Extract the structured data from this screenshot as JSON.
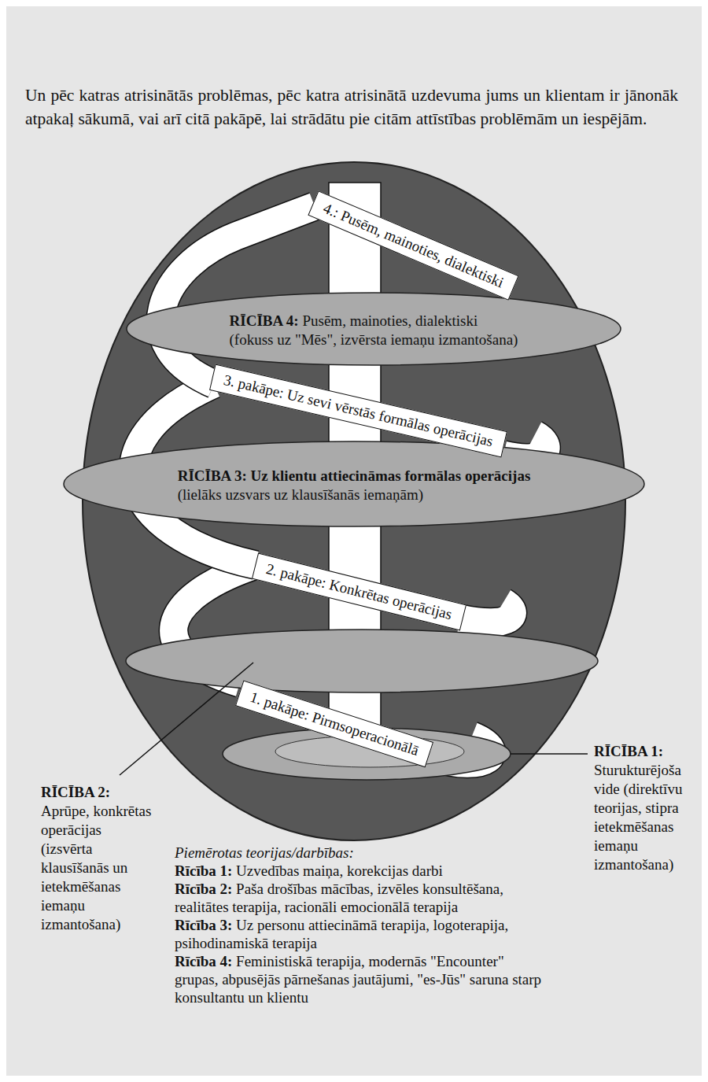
{
  "diagram": {
    "nodes": [
      {
        "text": [
          "RĪCĪBA 4:",
          "Pusēm, mainoties, dialektiski",
          "(fokuss uz \"Mēs\", izvērsta iemaņu izmantošana)"
        ]
      },
      {
        "text": [
          "RĪCĪBA 3: Uz klientu attiecināmas formālas operācijas",
          "(lielāks uzsvars uz klausīšanās iemaņām)"
        ]
      }
    ],
    "edges": [],
    "labels": [
      "Un pēc katras atrisinātās problēmas, pēc katra atrisinātā uzdevuma jums un klientam ir jānonāk atpakaļ sākumā, vai arī citā pakāpē, lai strādātu pie citām attīstības problēmām un iespējām.",
      "4.: Pusēm, mainoties, dialektiski",
      "3. pakāpe: Uz sevi vērstās formālas operācijas",
      "2. pakāpe: Konkrētas operācijas",
      "1. pakāpe: Pirmsoperacionālā",
      "RĪCĪBA 2:",
      "Aprūpe, konkrētas operācijas (izsvērta klausīšanās un ietekmēšanas iemaņu izmantošana)",
      "RĪCĪBA 1:",
      "Sturukturējoša vide (direktīvu teorijas, stipra ietekmēšanas iemaņu izmantošana)",
      "Piemērotas teorijas/darbības:",
      "Rīcība 1:",
      "Uzvedības maiņa, korekcijas darbi",
      "Rīcība 2:",
      "Paša drošības mācības, izvēles konsultēšana, realitātes terapija, racionāli emocionālā terapija",
      "Rīcība 3:",
      "Uz personu attiecināmā terapija, logoterapija, psihodinamiskā terapija",
      "Rīcība 4:",
      "Feministiskā terapija, modernās \"Encounter\" grupas, abpusējās pārnešanas jautājumi, \"es-Jūs\" saruna starp konsultantu un klientu"
    ]
  }
}
